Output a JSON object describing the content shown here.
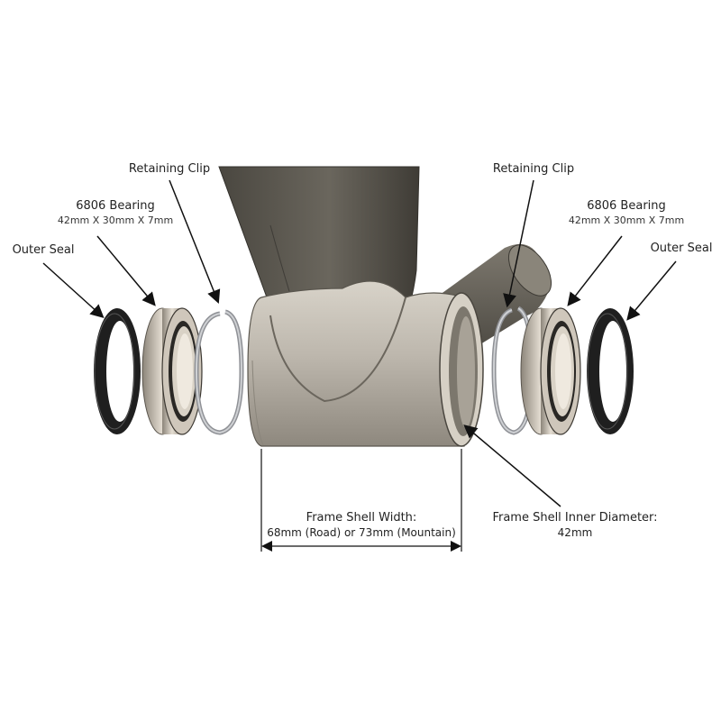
{
  "colors": {
    "frame": "#b8b2a8",
    "frame_dark": "#4d4a44",
    "seal": "#1f1f1f",
    "bearing": "#cfc7bb",
    "clip": "#9a9ca0",
    "leader": "#111111"
  },
  "labels": {
    "left_retaining_clip": "Retaining Clip",
    "left_bearing_title": "6806 Bearing",
    "left_bearing_spec": "42mm X 30mm X 7mm",
    "left_outer_seal": "Outer Seal",
    "right_retaining_clip": "Retaining Clip",
    "right_bearing_title": "6806 Bearing",
    "right_bearing_spec": "42mm X 30mm X 7mm",
    "right_outer_seal": "Outer Seal",
    "shell_width_title": "Frame Shell Width:",
    "shell_width_values": "68mm (Road) or 73mm (Mountain)",
    "inner_diameter_title": "Frame Shell Inner Diameter:",
    "inner_diameter_value": "42mm"
  }
}
